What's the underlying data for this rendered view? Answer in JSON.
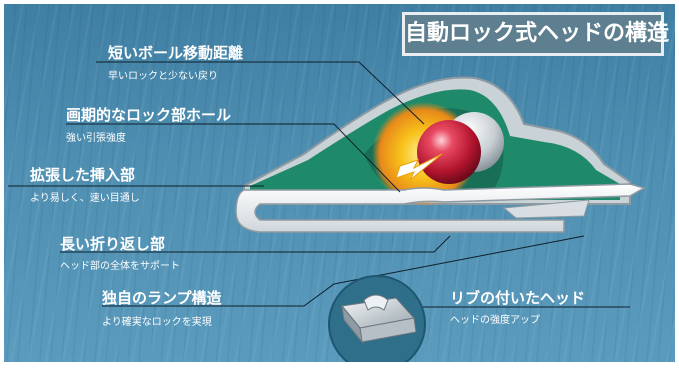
{
  "title": "自動ロック式ヘッドの構造",
  "annotations": [
    {
      "label": "短いボール移動距離",
      "sub": "早いロックと少ない戻り"
    },
    {
      "label": "画期的なロック部ホール",
      "sub": "強い引張強度"
    },
    {
      "label": "拡張した挿入部",
      "sub": "より易しく、速い目通し"
    },
    {
      "label": "長い折り返し部",
      "sub": "ヘッド部の全体をサポート"
    },
    {
      "label": "独自のランプ構造",
      "sub": "より確実なロックを実現"
    },
    {
      "label": "リブの付いたヘッド",
      "sub": "ヘッドの強度アップ"
    }
  ],
  "colors": {
    "background": "#4e8fb2",
    "housing": "#1f8a6a",
    "housing_outline": "#c9d2d6",
    "ball": "#c8203a",
    "glow": "#f4b400",
    "strap": "#eef1f3"
  },
  "icons": [
    "steel-ball",
    "lock-arrow-icon",
    "ribbed-head-detail"
  ]
}
